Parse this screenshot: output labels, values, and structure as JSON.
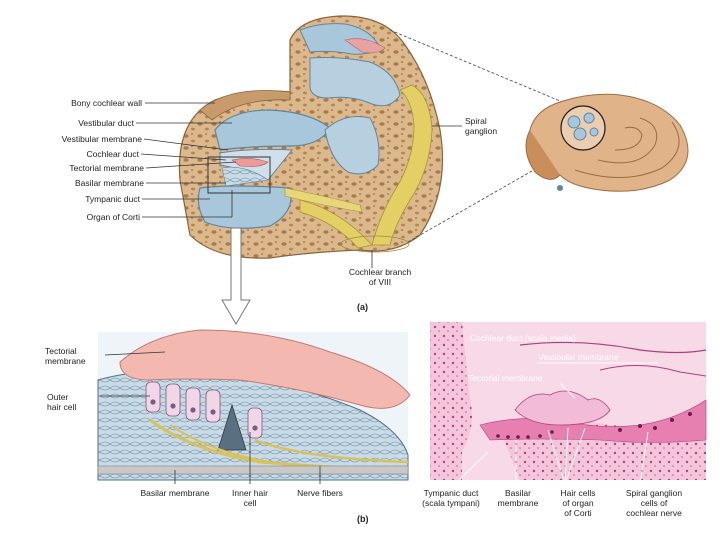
{
  "part_a": {
    "labels": {
      "bony_cochlear_wall": "Bony cochlear wall",
      "vestibular_duct": "Vestibular duct",
      "vestibular_membrane": "Vestibular membrane",
      "cochlear_duct": "Cochlear duct",
      "tectorial_membrane": "Tectorial membrane",
      "basilar_membrane": "Basilar membrane",
      "tympanic_duct": "Tympanic duct",
      "organ_of_corti": "Organ of Corti",
      "spiral_ganglion": [
        "Spiral",
        "ganglion"
      ],
      "cochlear_branch": [
        "Cochlear branch",
        "of VIII"
      ]
    },
    "figure_label": "(a)"
  },
  "part_b": {
    "labels": {
      "tectorial_membrane": [
        "Tectorial",
        "membrane"
      ],
      "outer_hair_cell": [
        "Outer",
        "hair cell"
      ],
      "basilar_membrane": "Basilar membrane",
      "inner_hair_cell": [
        "Inner hair",
        "cell"
      ],
      "nerve_fibers": "Nerve fibers"
    },
    "figure_label": "(b)"
  },
  "micrograph": {
    "labels": {
      "cochlear_duct": "Cochlear duct (scala media)",
      "vestibular_membrane": "Vestibular membrane",
      "tectorial_membrane": "Tectorial membrane",
      "tympanic_duct": [
        "Tympanic duct",
        "(scala tympani)"
      ],
      "basilar_membrane": [
        "Basilar",
        "membrane"
      ],
      "hair_cells": [
        "Hair cells",
        "of organ",
        "of Corti"
      ],
      "spiral_ganglion": [
        "Spiral ganglion",
        "cells of",
        "cochlear nerve"
      ]
    }
  },
  "colors": {
    "bone": "#d9b78a",
    "bone_dark": "#b8895a",
    "duct_blue": "#aac8dc",
    "nerve_yellow": "#e8d36a",
    "tectorial_pink": "#f2b8b0",
    "tissue_pink": "#e58fb8"
  }
}
